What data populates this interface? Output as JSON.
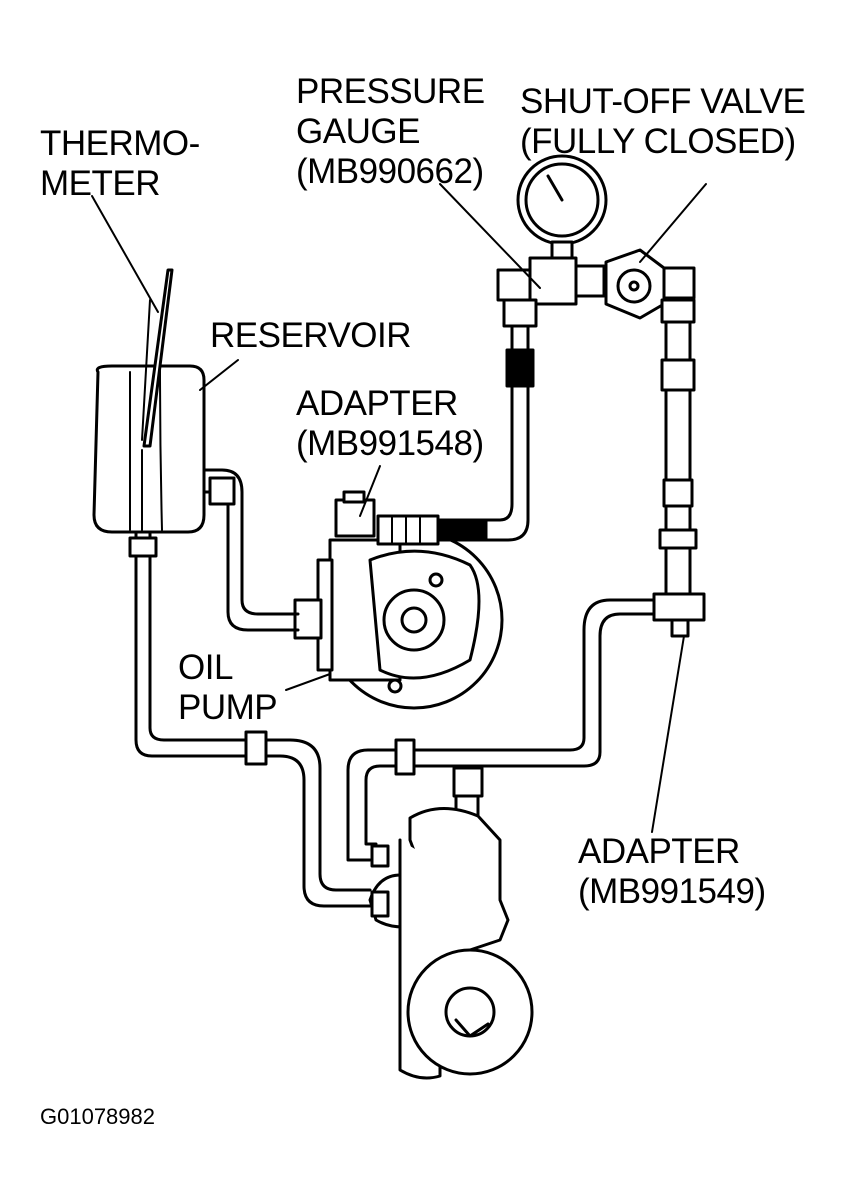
{
  "labels": {
    "thermometer": [
      "THERMO-",
      "METER"
    ],
    "pressure_gauge": [
      "PRESSURE",
      "GAUGE",
      "(MB990662)"
    ],
    "shutoff_valve": [
      "SHUT-OFF VALVE",
      "(FULLY CLOSED)"
    ],
    "reservoir": "RESERVOIR",
    "adapter_top": [
      "ADAPTER",
      "(MB991548)"
    ],
    "oil_pump": [
      "OIL",
      "PUMP"
    ],
    "adapter_bottom": [
      "ADAPTER",
      "(MB991549)"
    ]
  },
  "figure_id": "G01078982"
}
